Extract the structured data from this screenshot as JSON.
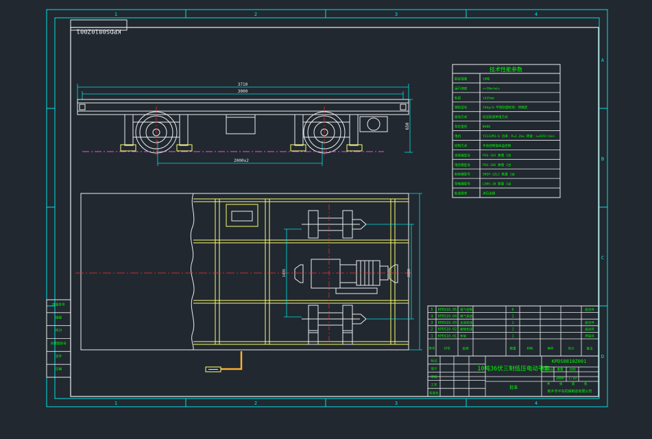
{
  "colors": {
    "background": "#212830",
    "frame": "#00e5e5",
    "text_green": "#00ff00",
    "steel_yellow": "#ffff70",
    "wheel_white": "#f0f0f0",
    "center_red": "#ff3030",
    "ground_magenta": "#ff40ff",
    "tab_orange": "#ffb030"
  },
  "border_zones": {
    "columns": [
      "1",
      "2",
      "3",
      "4"
    ],
    "rows": [
      "A",
      "B",
      "C",
      "D"
    ]
  },
  "drawing_number_stamp": "KPDS0810Z001",
  "side_view": {
    "dim_overall": "3710",
    "dim_frame": "3000",
    "dim_wheelbase": "2000±2",
    "dim_height": "650"
  },
  "plan_view": {
    "dim_width_a": "1435",
    "dim_width_b": "2000"
  },
  "tech_params": {
    "title": "技术性能参数",
    "rows": [
      {
        "label": "额定载重",
        "value": "10吨"
      },
      {
        "label": "运行速度",
        "value": "v=30m/min"
      },
      {
        "label": "轨距",
        "value": "1435mm"
      },
      {
        "label": "钢轨型号",
        "value": "24kg/m  平放轨面标高：待确定"
      },
      {
        "label": "驱动方式",
        "value": "低压轨道供电方式"
      },
      {
        "label": "车轮直径",
        "value": "Φ400"
      },
      {
        "label": "电机",
        "value": "YZ132M1-6 功率：P=2.2kw  转速：n=935r/min"
      },
      {
        "label": "控制方式",
        "value": "手动控制操纵盒控制"
      },
      {
        "label": "减速器型号",
        "value": "PSG-10J  数量 1台"
      },
      {
        "label": "电控箱型号",
        "value": "PSG-10S  数量 1台"
      },
      {
        "label": "制动器型号",
        "value": "SKEP-1ZL2  数量 1台"
      },
      {
        "label": "导电器型号",
        "value": "LGKS-10  数量 1台"
      },
      {
        "label": "轨道要求",
        "value": "详见说明"
      }
    ]
  },
  "side_stamp": {
    "rows": [
      "底图总号",
      "描图",
      "校对",
      "旧底图总号",
      "签字",
      "日期"
    ]
  },
  "title_block": {
    "bom": [
      {
        "no": "5",
        "code": "KPDS10.05",
        "name": "电气控制",
        "qty": "6",
        "note": "组合件"
      },
      {
        "no": "4",
        "code": "KPDS10.04",
        "name": "电气系统",
        "qty": "1",
        "note": ""
      },
      {
        "no": "3",
        "code": "KPDS10.03",
        "name": "主动轮组",
        "qty": "1",
        "note": "组合件"
      },
      {
        "no": "2",
        "code": "KPDS10.02",
        "name": "被动轮组",
        "qty": "1",
        "note": "组合件"
      },
      {
        "no": "1",
        "code": "KPDS10.01",
        "name": "车架",
        "qty": "1",
        "note": "焊接件"
      }
    ],
    "bom_header": {
      "no": "序号",
      "code": "代号",
      "name": "名称",
      "qty": "数量",
      "material": "材料",
      "single": "单件",
      "total": "总计",
      "weight": "重量",
      "note": "备注"
    },
    "drawing_no": "KPDS0810Z001",
    "drawing_name": "10吨36伏三制低压电动平车",
    "scale": "1:10",
    "weight": "2800",
    "approval": "批准",
    "company": "新乡市平车机械制造有限公司",
    "stage_labels": [
      "阶段标记",
      "重量",
      "比例"
    ],
    "sign_rows": [
      "标记",
      "设计",
      "审核",
      "工艺",
      "标准化"
    ],
    "sheet_labels": [
      "共",
      "张",
      "第",
      "张"
    ]
  }
}
